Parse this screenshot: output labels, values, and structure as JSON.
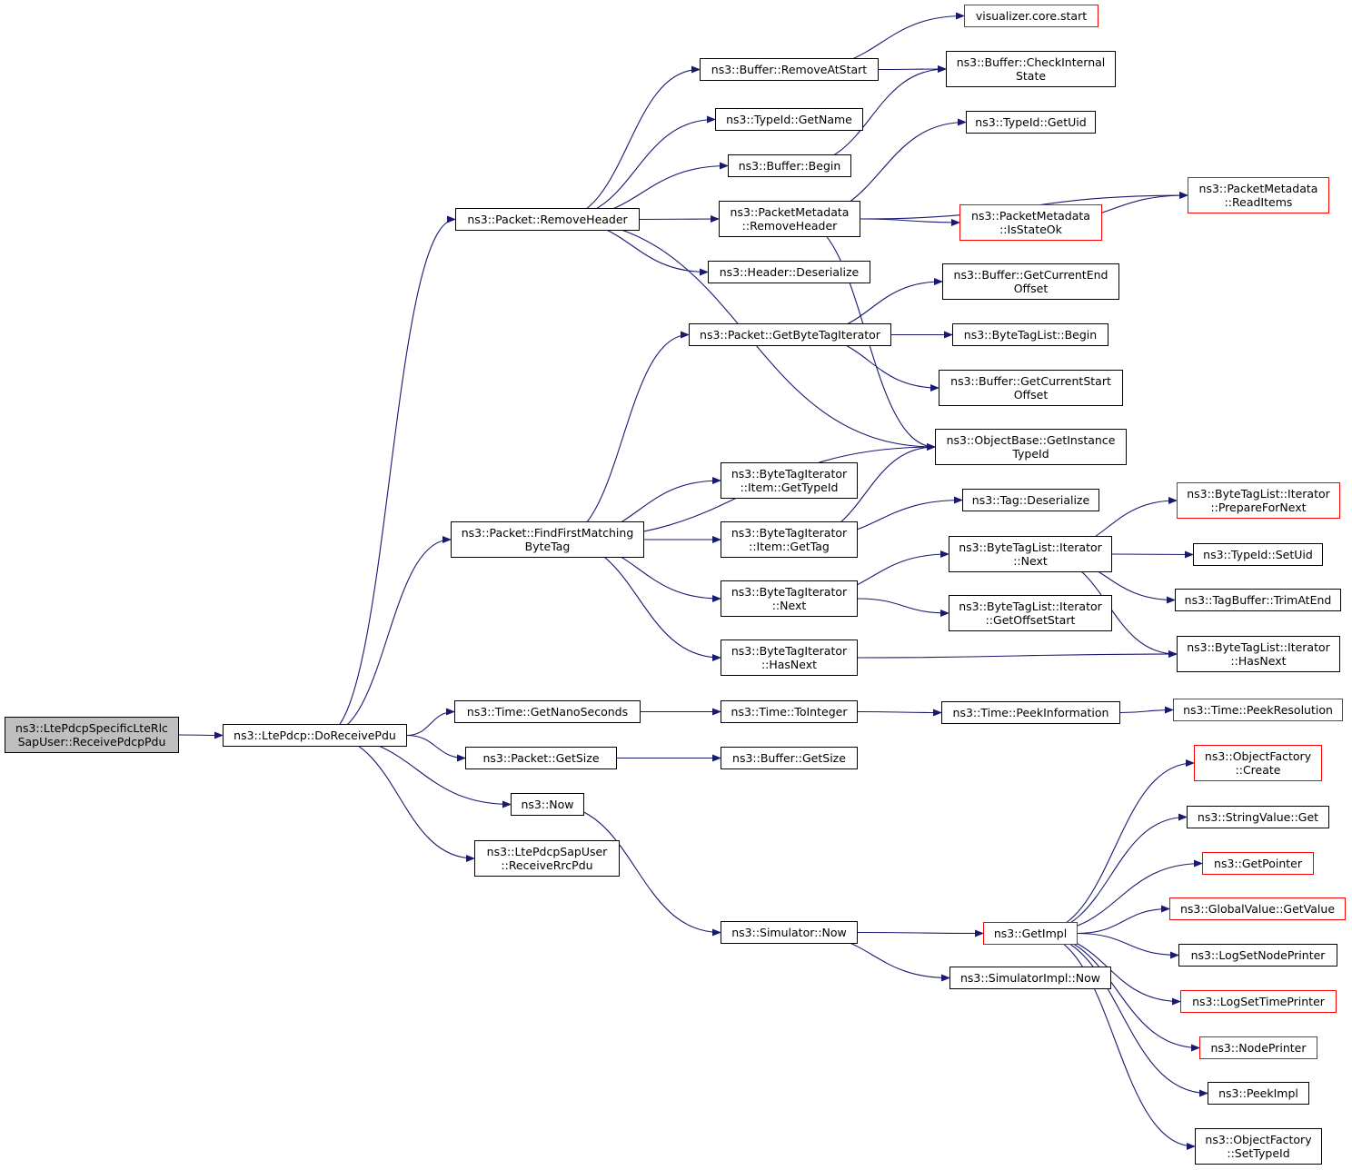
{
  "colors": {
    "edge": "#191970",
    "border": "#000000",
    "truncated": "#ff0000",
    "root_fill": "#bfbfbf"
  },
  "nodes": [
    {
      "id": "root",
      "label": "ns3::LtePdcpSpecificLteRlc\nSapUser::ReceivePdcpPdu",
      "kind": "root"
    },
    {
      "id": "doReceivePdu",
      "label": "ns3::LtePdcp::DoReceivePdu",
      "kind": "normal"
    },
    {
      "id": "removeHeader",
      "label": "ns3::Packet::RemoveHeader",
      "kind": "normal"
    },
    {
      "id": "findFirst",
      "label": "ns3::Packet::FindFirstMatching\nByteTag",
      "kind": "normal"
    },
    {
      "id": "getNanoSeconds",
      "label": "ns3::Time::GetNanoSeconds",
      "kind": "normal"
    },
    {
      "id": "packetGetSize",
      "label": "ns3::Packet::GetSize",
      "kind": "normal"
    },
    {
      "id": "now",
      "label": "ns3::Now",
      "kind": "normal"
    },
    {
      "id": "receiveRrcPdu",
      "label": "ns3::LtePdcpSapUser\n::ReceiveRrcPdu",
      "kind": "normal"
    },
    {
      "id": "removeAtStart",
      "label": "ns3::Buffer::RemoveAtStart",
      "kind": "normal"
    },
    {
      "id": "typeIdGetName",
      "label": "ns3::TypeId::GetName",
      "kind": "normal"
    },
    {
      "id": "bufferBegin",
      "label": "ns3::Buffer::Begin",
      "kind": "normal"
    },
    {
      "id": "pmRemoveHeader",
      "label": "ns3::PacketMetadata\n::RemoveHeader",
      "kind": "normal"
    },
    {
      "id": "headerDeserialize",
      "label": "ns3::Header::Deserialize",
      "kind": "normal"
    },
    {
      "id": "getByteTagIterator",
      "label": "ns3::Packet::GetByteTagIterator",
      "kind": "normal"
    },
    {
      "id": "btiItemGetTypeId",
      "label": "ns3::ByteTagIterator\n::Item::GetTypeId",
      "kind": "normal"
    },
    {
      "id": "btiItemGetTag",
      "label": "ns3::ByteTagIterator\n::Item::GetTag",
      "kind": "normal"
    },
    {
      "id": "btiNext",
      "label": "ns3::ByteTagIterator\n::Next",
      "kind": "normal"
    },
    {
      "id": "btiHasNext",
      "label": "ns3::ByteTagIterator\n::HasNext",
      "kind": "normal"
    },
    {
      "id": "timeToInteger",
      "label": "ns3::Time::ToInteger",
      "kind": "normal"
    },
    {
      "id": "bufferGetSize",
      "label": "ns3::Buffer::GetSize",
      "kind": "normal"
    },
    {
      "id": "simulatorNow",
      "label": "ns3::Simulator::Now",
      "kind": "normal"
    },
    {
      "id": "vizStart",
      "label": "visualizer.core.start",
      "kind": "truncated"
    },
    {
      "id": "checkInternalState",
      "label": "ns3::Buffer::CheckInternal\nState",
      "kind": "normal"
    },
    {
      "id": "typeIdGetUid",
      "label": "ns3::TypeId::GetUid",
      "kind": "normal"
    },
    {
      "id": "pmIsStateOk",
      "label": "ns3::PacketMetadata\n::IsStateOk",
      "kind": "truncated"
    },
    {
      "id": "pmReadItems",
      "label": "ns3::PacketMetadata\n::ReadItems",
      "kind": "truncated"
    },
    {
      "id": "getCurrentEndOffset",
      "label": "ns3::Buffer::GetCurrentEnd\nOffset",
      "kind": "normal"
    },
    {
      "id": "btlBegin",
      "label": "ns3::ByteTagList::Begin",
      "kind": "normal"
    },
    {
      "id": "getCurrentStartOffset",
      "label": "ns3::Buffer::GetCurrentStart\nOffset",
      "kind": "normal"
    },
    {
      "id": "getInstanceTypeId",
      "label": "ns3::ObjectBase::GetInstance\nTypeId",
      "kind": "normal"
    },
    {
      "id": "tagDeserialize",
      "label": "ns3::Tag::Deserialize",
      "kind": "normal"
    },
    {
      "id": "btliNext",
      "label": "ns3::ByteTagList::Iterator\n::Next",
      "kind": "normal"
    },
    {
      "id": "btliGetOffsetStart",
      "label": "ns3::ByteTagList::Iterator\n::GetOffsetStart",
      "kind": "normal"
    },
    {
      "id": "btliPrepareForNext",
      "label": "ns3::ByteTagList::Iterator\n::PrepareForNext",
      "kind": "truncated"
    },
    {
      "id": "typeIdSetUid",
      "label": "ns3::TypeId::SetUid",
      "kind": "normal"
    },
    {
      "id": "tagBufferTrimAtEnd",
      "label": "ns3::TagBuffer::TrimAtEnd",
      "kind": "normal"
    },
    {
      "id": "btliHasNext",
      "label": "ns3::ByteTagList::Iterator\n::HasNext",
      "kind": "normal"
    },
    {
      "id": "timePeekInformation",
      "label": "ns3::Time::PeekInformation",
      "kind": "normal"
    },
    {
      "id": "timePeekResolution",
      "label": "ns3::Time::PeekResolution",
      "kind": "truncated"
    },
    {
      "id": "getImpl",
      "label": "ns3::GetImpl",
      "kind": "truncated"
    },
    {
      "id": "simImplNow",
      "label": "ns3::SimulatorImpl::Now",
      "kind": "normal"
    },
    {
      "id": "objectFactoryCreate",
      "label": "ns3::ObjectFactory\n::Create",
      "kind": "truncated"
    },
    {
      "id": "stringValueGet",
      "label": "ns3::StringValue::Get",
      "kind": "normal"
    },
    {
      "id": "getPointer",
      "label": "ns3::GetPointer",
      "kind": "truncated"
    },
    {
      "id": "globalValueGetValue",
      "label": "ns3::GlobalValue::GetValue",
      "kind": "truncated"
    },
    {
      "id": "logSetNodePrinter",
      "label": "ns3::LogSetNodePrinter",
      "kind": "normal"
    },
    {
      "id": "logSetTimePrinter",
      "label": "ns3::LogSetTimePrinter",
      "kind": "truncated"
    },
    {
      "id": "nodePrinter",
      "label": "ns3::NodePrinter",
      "kind": "truncated"
    },
    {
      "id": "peekImpl",
      "label": "ns3::PeekImpl",
      "kind": "normal"
    },
    {
      "id": "objectFactorySetTypeId",
      "label": "ns3::ObjectFactory\n::SetTypeId",
      "kind": "normal"
    }
  ],
  "edges": [
    [
      "root",
      "doReceivePdu"
    ],
    [
      "doReceivePdu",
      "removeHeader"
    ],
    [
      "doReceivePdu",
      "findFirst"
    ],
    [
      "doReceivePdu",
      "getNanoSeconds"
    ],
    [
      "doReceivePdu",
      "packetGetSize"
    ],
    [
      "doReceivePdu",
      "now"
    ],
    [
      "doReceivePdu",
      "receiveRrcPdu"
    ],
    [
      "removeHeader",
      "removeAtStart"
    ],
    [
      "removeHeader",
      "typeIdGetName"
    ],
    [
      "removeHeader",
      "bufferBegin"
    ],
    [
      "removeHeader",
      "pmRemoveHeader"
    ],
    [
      "removeHeader",
      "headerDeserialize"
    ],
    [
      "removeHeader",
      "getInstanceTypeId"
    ],
    [
      "findFirst",
      "getByteTagIterator"
    ],
    [
      "findFirst",
      "getInstanceTypeId"
    ],
    [
      "findFirst",
      "btiItemGetTypeId"
    ],
    [
      "findFirst",
      "btiItemGetTag"
    ],
    [
      "findFirst",
      "btiNext"
    ],
    [
      "findFirst",
      "btiHasNext"
    ],
    [
      "getNanoSeconds",
      "timeToInteger"
    ],
    [
      "packetGetSize",
      "bufferGetSize"
    ],
    [
      "now",
      "simulatorNow"
    ],
    [
      "removeAtStart",
      "vizStart"
    ],
    [
      "removeAtStart",
      "checkInternalState"
    ],
    [
      "bufferBegin",
      "checkInternalState"
    ],
    [
      "pmRemoveHeader",
      "typeIdGetUid"
    ],
    [
      "pmRemoveHeader",
      "pmReadItems"
    ],
    [
      "pmRemoveHeader",
      "pmIsStateOk"
    ],
    [
      "pmRemoveHeader",
      "getInstanceTypeId"
    ],
    [
      "pmIsStateOk",
      "pmReadItems"
    ],
    [
      "getByteTagIterator",
      "getCurrentEndOffset"
    ],
    [
      "getByteTagIterator",
      "btlBegin"
    ],
    [
      "getByteTagIterator",
      "getCurrentStartOffset"
    ],
    [
      "btiItemGetTag",
      "getInstanceTypeId"
    ],
    [
      "btiItemGetTag",
      "tagDeserialize"
    ],
    [
      "btiNext",
      "btliNext"
    ],
    [
      "btiNext",
      "btliGetOffsetStart"
    ],
    [
      "btiHasNext",
      "btliHasNext"
    ],
    [
      "btliNext",
      "btliPrepareForNext"
    ],
    [
      "btliNext",
      "typeIdSetUid"
    ],
    [
      "btliNext",
      "tagBufferTrimAtEnd"
    ],
    [
      "btliNext",
      "btliHasNext"
    ],
    [
      "timeToInteger",
      "timePeekInformation"
    ],
    [
      "timePeekInformation",
      "timePeekResolution"
    ],
    [
      "simulatorNow",
      "getImpl"
    ],
    [
      "simulatorNow",
      "simImplNow"
    ],
    [
      "getImpl",
      "objectFactoryCreate"
    ],
    [
      "getImpl",
      "stringValueGet"
    ],
    [
      "getImpl",
      "getPointer"
    ],
    [
      "getImpl",
      "globalValueGetValue"
    ],
    [
      "getImpl",
      "logSetNodePrinter"
    ],
    [
      "getImpl",
      "logSetTimePrinter"
    ],
    [
      "getImpl",
      "nodePrinter"
    ],
    [
      "getImpl",
      "peekImpl"
    ],
    [
      "getImpl",
      "objectFactorySetTypeId"
    ]
  ]
}
